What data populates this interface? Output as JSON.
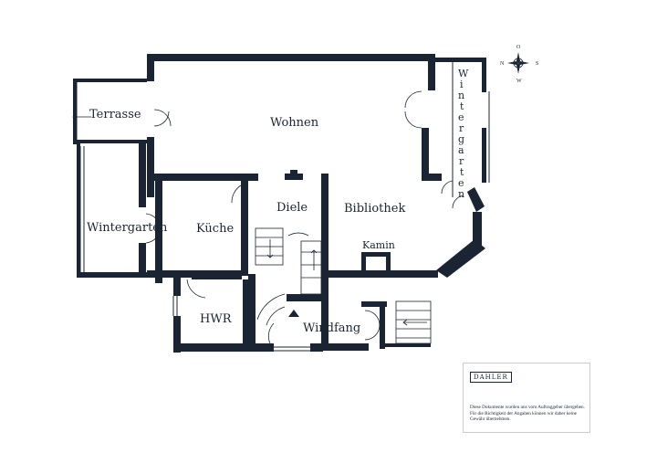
{
  "rooms": {
    "wohnen": "Wohnen",
    "terrasse": "Terrasse",
    "wintergarten_left": "Wintergarten",
    "kueche": "Küche",
    "diele": "Diele",
    "bibliothek": "Bibliothek",
    "kamin": "Kamin",
    "hwr": "HWR",
    "windfang": "Windfang",
    "wintergarten_right": [
      "W",
      "i",
      "n",
      "t",
      "e",
      "r",
      "g",
      "a",
      "r",
      "t",
      "e",
      "n"
    ]
  },
  "compass": {
    "north": "N",
    "east": "O",
    "south": "S",
    "west": "W"
  },
  "infobox": {
    "logo": "DAHLER",
    "disclaimer": "Diese Dokumente wurden uns vom Auftraggeber übergeben. Für die Richtigkeit der Angaben können wir daher keine Gewähr übernehmen."
  },
  "colors": {
    "wall": "#1b2433",
    "background": "#ffffff"
  }
}
